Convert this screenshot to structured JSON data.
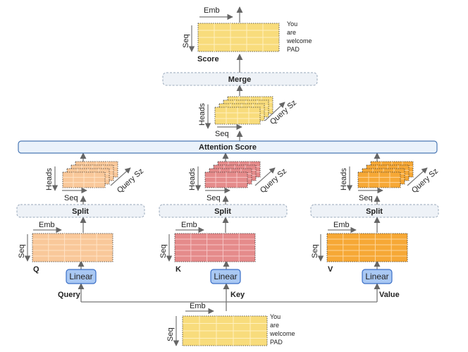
{
  "labels": {
    "emb": "Emb",
    "seq": "Seq",
    "heads": "Heads",
    "query_sz": "Query Sz",
    "score": "Score",
    "merge": "Merge",
    "attention_score": "Attention Score",
    "split": "Split",
    "linear": "Linear",
    "q": "Q",
    "k": "K",
    "v": "V",
    "query": "Query",
    "key": "Key",
    "value": "Value"
  },
  "tokens": [
    "You",
    "are",
    "welcome",
    "PAD"
  ],
  "colors": {
    "q_fill": "#f9c89a",
    "q_grid": "#ffe3c6",
    "k_fill": "#e58b8b",
    "k_grid": "#f6c6c6",
    "v_fill": "#f6a836",
    "v_grid": "#ffd69a",
    "input_fill": "#f8dc7c",
    "input_grid": "#fff1bf",
    "box_fill": "#eef2f7",
    "box_stroke": "#9aa9bb",
    "attn_fill": "#eaf2fb",
    "attn_stroke": "#4a78b5",
    "linear_fill": "#a9c8f3",
    "linear_stroke": "#3a6fc7",
    "arrow": "#666666"
  }
}
